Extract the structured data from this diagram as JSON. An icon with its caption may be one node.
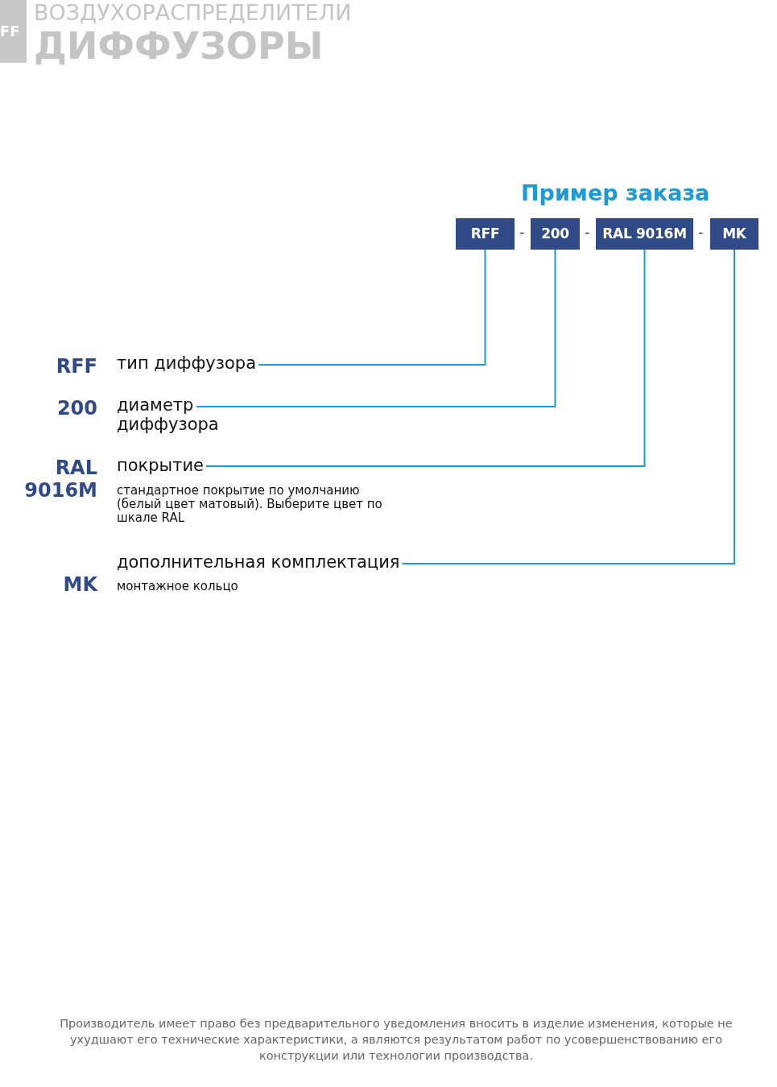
{
  "diagram": {
    "title": "Пример заказа",
    "nodes": [
      {
        "text": [
          "RFF"
        ]
      },
      {
        "text": [
          "200"
        ]
      },
      {
        "text": [
          "RAL 9016M"
        ]
      },
      {
        "text": [
          "MK"
        ]
      },
      {
        "text": [
          "тип диффузора"
        ]
      },
      {
        "text": [
          "диаметр диффузора"
        ]
      },
      {
        "text": [
          "покрытие"
        ]
      },
      {
        "text": [
          "дополнительная комплектация"
        ]
      }
    ],
    "edges": [
      {
        "from": 0,
        "to": 4,
        "arrow": "none"
      },
      {
        "from": 1,
        "to": 5,
        "arrow": "none"
      },
      {
        "from": 2,
        "to": 6,
        "arrow": "none"
      },
      {
        "from": 3,
        "to": 7,
        "arrow": "none"
      }
    ],
    "labels": [
      "FF",
      "ВОЗДУХОРАСПРЕДЕЛИТЕЛИ",
      "ДИФФУЗОРЫ",
      "-",
      "-",
      "-",
      "RFF",
      "200",
      "RAL 9016M",
      "стандартное покрытие по умолчанию (белый цвет матовый). Выберите цвет по шкале RAL",
      "MK",
      "монтажное кольцо",
      "Производитель имеет право без предварительного уведомления вносить в изделие изменения, которые не ухудшают его технические характеристики, а являются результатом работ по усовершенствованию его конструкции или технологии производства."
    ]
  }
}
